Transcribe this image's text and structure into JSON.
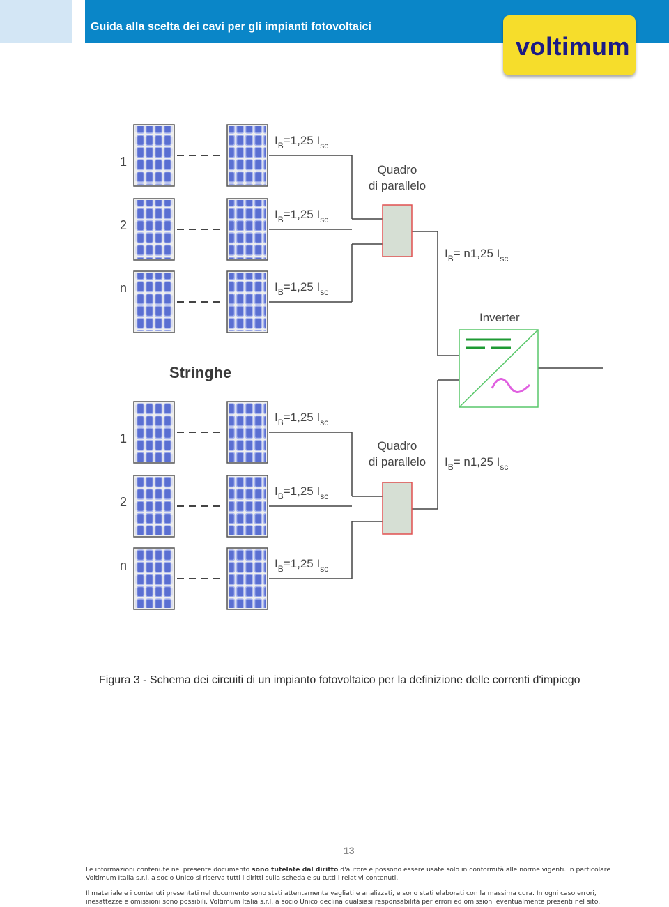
{
  "header": {
    "title": "Guida alla scelta dei cavi per gli impianti fotovoltaici"
  },
  "logo": {
    "text": "voltimum"
  },
  "diagram": {
    "strings_label": "Stringhe",
    "row_labels": [
      "1",
      "2",
      "n"
    ],
    "string_current": {
      "main": "I",
      "sub1": "B",
      "mid": "=1,25 I",
      "sub2": "sc"
    },
    "total_current": {
      "main": "I",
      "sub1": "B",
      "mid": "= n1,25 I",
      "sub2": "sc"
    },
    "quadro_line1": "Quadro",
    "quadro_line2": "di parallelo",
    "inverter_label": "Inverter",
    "colors": {
      "panel": "#5a6fd2",
      "wire": "#444444",
      "box_fill": "#d6dfd4",
      "box_border": "#e05050",
      "dc_symbol": "#1e9a33",
      "ac_symbol": "#e060e0"
    }
  },
  "caption": "Figura 3 - Schema dei circuiti di un impianto fotovoltaico per la definizione delle correnti d'impiego",
  "page_number": "13",
  "footer": {
    "p1_a": "Le informazioni contenute nel presente documento ",
    "p1_b": "sono tutelate dal diritto",
    "p1_c": " d'autore e possono essere usate solo in conformità alle norme vigenti. In particolare Voltimum Italia s.r.l. a socio Unico si riserva tutti i diritti sulla scheda e su tutti i relativi contenuti.",
    "p2": "Il materiale e i contenuti presentati nel documento sono stati attentamente vagliati e analizzati, e sono stati elaborati con la massima cura. In ogni caso errori, inesattezze e omissioni sono possibili. Voltimum Italia s.r.l. a socio Unico declina qualsiasi responsabilità per errori ed omissioni eventualmente presenti nel sito."
  }
}
